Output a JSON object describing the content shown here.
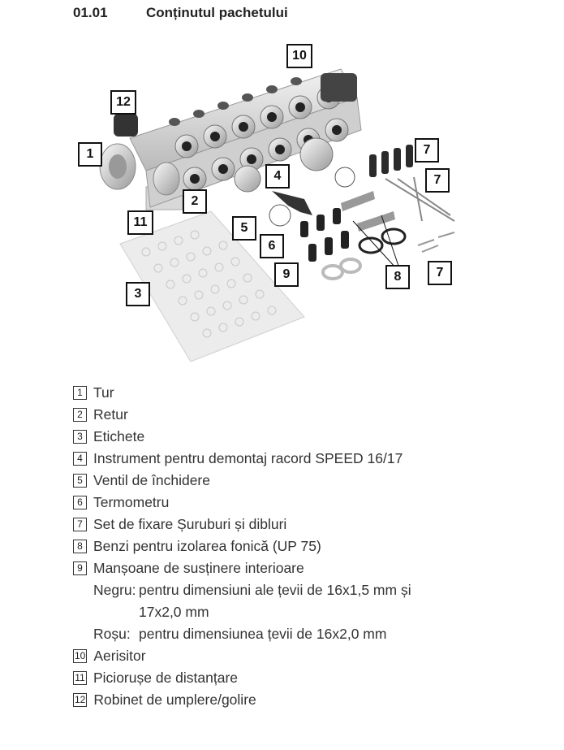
{
  "header": {
    "section_number": "01.01",
    "title": "Conținutul pachetului"
  },
  "callouts": [
    "1",
    "2",
    "3",
    "4",
    "5",
    "6",
    "7",
    "8",
    "9",
    "10",
    "11",
    "12"
  ],
  "legend": [
    {
      "num": "1",
      "text": "Tur"
    },
    {
      "num": "2",
      "text": "Retur"
    },
    {
      "num": "3",
      "text": "Etichete"
    },
    {
      "num": "4",
      "text": "Instrument pentru demontaj racord SPEED 16/17"
    },
    {
      "num": "5",
      "text": "Ventil de închidere"
    },
    {
      "num": "6",
      "text": "Termometru"
    },
    {
      "num": "7",
      "text": "Set de fixare Șuruburi și dibluri"
    },
    {
      "num": "8",
      "text": "Benzi pentru izolarea fonică (UP 75)"
    },
    {
      "num": "9",
      "text": "Manșoane de susținere interioare",
      "sub": {
        "black_label": "Negru:",
        "black_text": "pentru dimensiuni ale țevii de 16x1,5 mm și",
        "black_cont": "17x2,0 mm",
        "red_label": "Roșu:",
        "red_text": "pentru dimensiunea țevii de 16x2,0 mm"
      }
    },
    {
      "num": "10",
      "text": "Aerisitor"
    },
    {
      "num": "11",
      "text": "Piciorușe de distanțare"
    },
    {
      "num": "12",
      "text": "Robinet de umplere/golire"
    }
  ]
}
